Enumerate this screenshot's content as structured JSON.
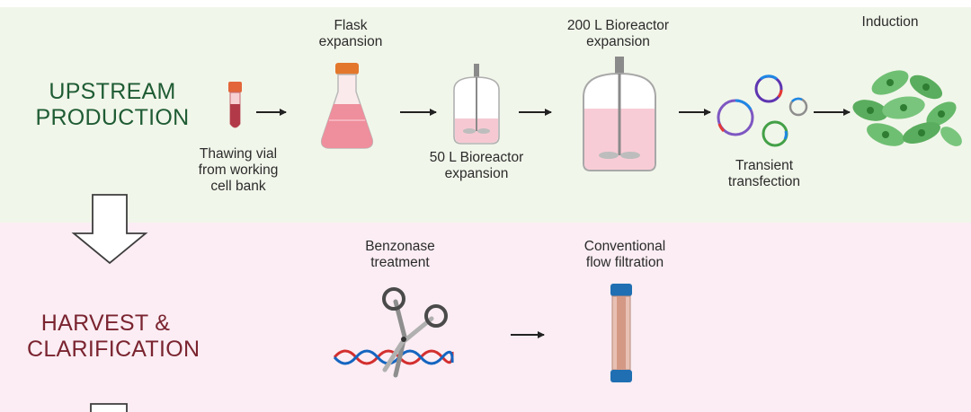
{
  "upstream": {
    "title": "UPSTREAM\nPRODUCTION",
    "steps": {
      "thawing": "Thawing vial\nfrom working\ncell bank",
      "flask": "Flask\nexpansion",
      "bioreactor_50": "50 L Bioreactor\nexpansion",
      "bioreactor_200": "200 L Bioreactor\nexpansion",
      "transfection": "Transient\ntransfection",
      "induction": "Induction"
    }
  },
  "harvest": {
    "title": "HARVEST &\nCLARIFICATION",
    "steps": {
      "benzonase": "Benzonase\ntreatment",
      "filtration": "Conventional\nflow filtration"
    }
  },
  "colors": {
    "upstream_band": "#f1f6ea",
    "harvest_band": "#fbedf3",
    "upstream_title": "#1f5c34",
    "harvest_title": "#7a2430",
    "cell_green": "#5aad5e",
    "media_pink": "#f2a7b5"
  },
  "icons": [
    "vial-icon",
    "flask-icon",
    "bioreactor-50-icon",
    "bioreactor-200-icon",
    "plasmid-icon",
    "cells-icon",
    "scissors-icon",
    "dna-icon",
    "filter-column-icon",
    "down-arrow-icon"
  ]
}
